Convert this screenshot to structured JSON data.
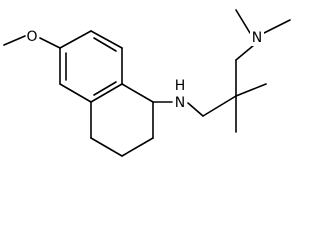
{
  "structure": {
    "atoms": {
      "methoxy_oxygen": "O",
      "amine_nitrogen": "N",
      "amine_hydrogen": "H",
      "dimethylamino_nitrogen": "N"
    }
  },
  "colors": {
    "bond": "#000000",
    "background": "#ffffff"
  }
}
